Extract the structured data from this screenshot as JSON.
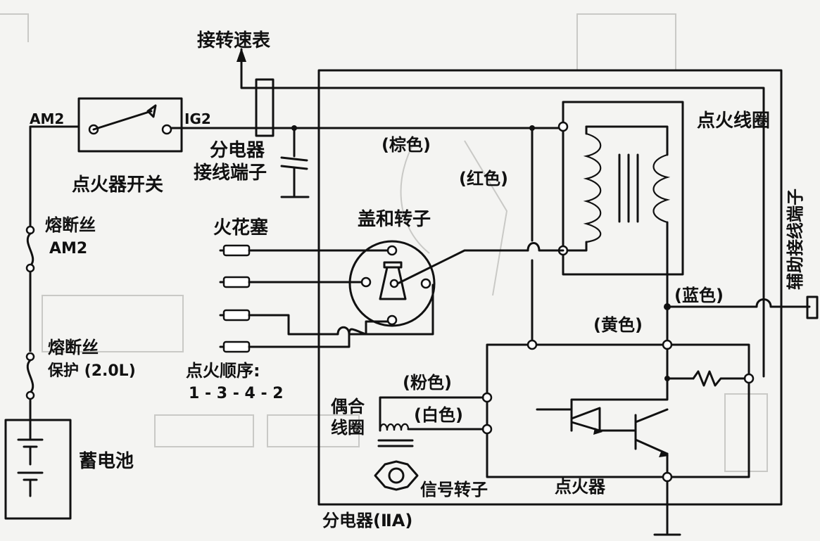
{
  "labels": {
    "am2": "AM2",
    "ig2": "IG2",
    "ignition_switch": "点火器开关",
    "tachometer": "接转速表",
    "dist_terminal_1": "分电器",
    "dist_terminal_2": "接线端子",
    "ignition_coil": "点火线圈",
    "brown": "(棕色)",
    "red": "(红色)",
    "cap_rotor": "盖和转子",
    "spark_plug": "火花塞",
    "fuse1_1": "熔断丝",
    "fuse1_2": "AM2",
    "fuse2_1": "熔断丝",
    "fuse2_2": "保护 (2.0L)",
    "firing_order_1": "点火顺序:",
    "firing_order_2": "1 - 3 - 4 - 2",
    "battery": "蓄电池",
    "blue": "(蓝色)",
    "yellow": "(黄色)",
    "pink": "(粉色)",
    "white": "(白色)",
    "pickup_coil_1": "偶合",
    "pickup_coil_2": "线圈",
    "signal_rotor": "信号转子",
    "igniter": "点火器",
    "distributor": "分电器(ⅡA)",
    "aux_terminal": "辅助接线端子"
  }
}
